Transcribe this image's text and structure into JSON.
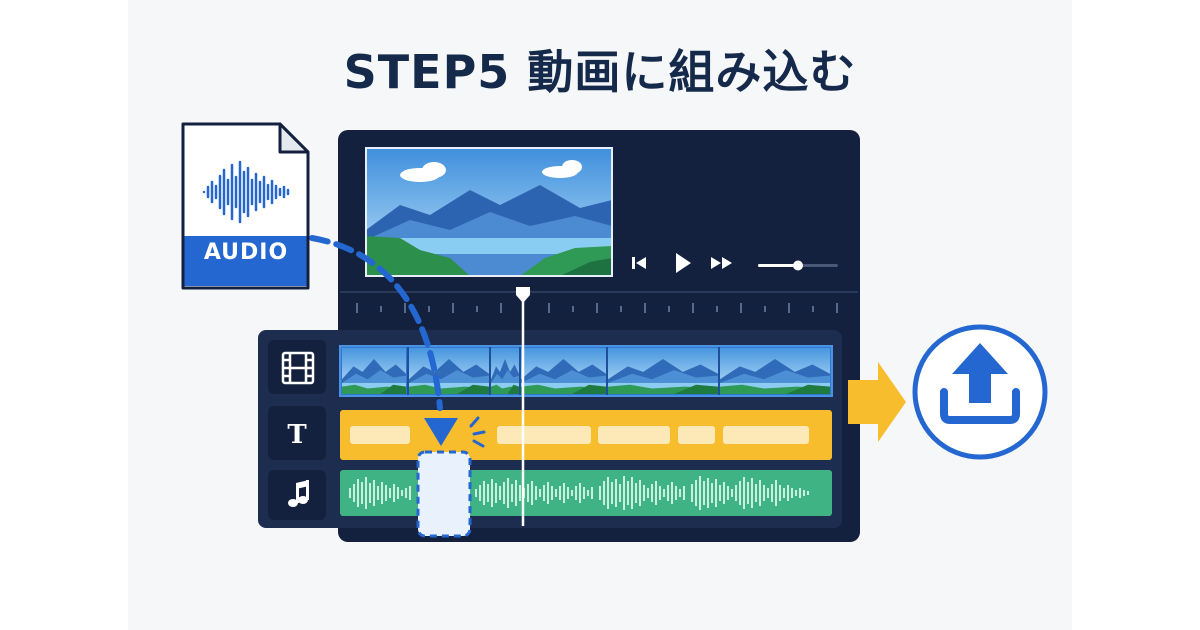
{
  "title": "STEP5 動画に組み込む",
  "audio_file": {
    "label": "AUDIO",
    "icon": "audio-file-icon"
  },
  "editor": {
    "controls": [
      "previous-icon",
      "play-icon",
      "fast-forward-icon"
    ],
    "volume_level": 0.5,
    "tracks": [
      {
        "type": "video",
        "icon": "film-icon"
      },
      {
        "type": "text",
        "icon": "T"
      },
      {
        "type": "audio",
        "icon": "music-note-icon"
      }
    ]
  },
  "export_icon": "upload-icon",
  "colors": {
    "title": "#15294b",
    "navy": "#13213f",
    "blue": "#2467d0",
    "yellow": "#f7bd2c",
    "green": "#3fb383",
    "sky": "#4a9de0"
  }
}
